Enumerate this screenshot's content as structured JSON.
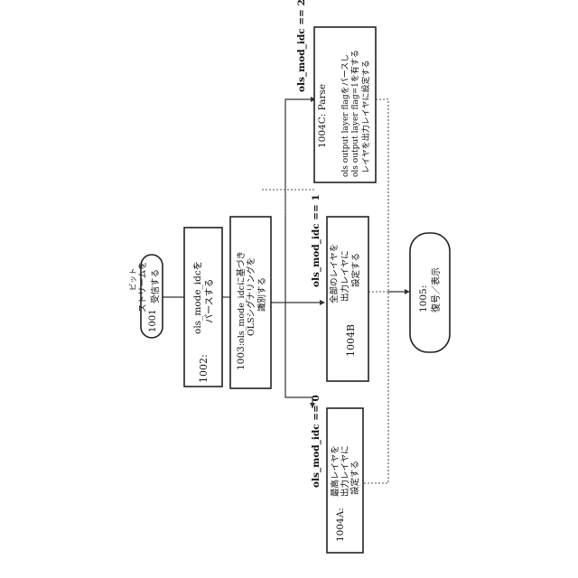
{
  "start": {
    "id": "1001",
    "lines": [
      "ビット",
      "ストリームを",
      "受信する"
    ]
  },
  "step_1002": {
    "id": "1002:",
    "lines": [
      "ols_mode_idcを",
      "パースする"
    ]
  },
  "step_1003": {
    "id": "1003:",
    "lines": [
      "ols_mode_idcに基づき",
      "OLSシグナリングを",
      "識別する"
    ]
  },
  "branch_a": {
    "condition": "ols_mod_idc == 0",
    "id": "1004A:",
    "lines": [
      "最高レイヤを",
      "出力レイヤに",
      "設定する"
    ]
  },
  "branch_b": {
    "condition": "ols_mod_idc == 1",
    "id": "1004B",
    "lines": [
      "全部のレイヤを",
      "出力レイヤに",
      "設定する"
    ]
  },
  "branch_c": {
    "condition": "ols_mod_idc == 2",
    "id": "1004C: Parse",
    "lines": [
      "ols output layer flagをパースし",
      "ols output layer flag=1を有する",
      "レイヤを出力レイヤに設定する"
    ]
  },
  "end": {
    "id": "1005:",
    "lines": [
      "復号／表示"
    ]
  }
}
